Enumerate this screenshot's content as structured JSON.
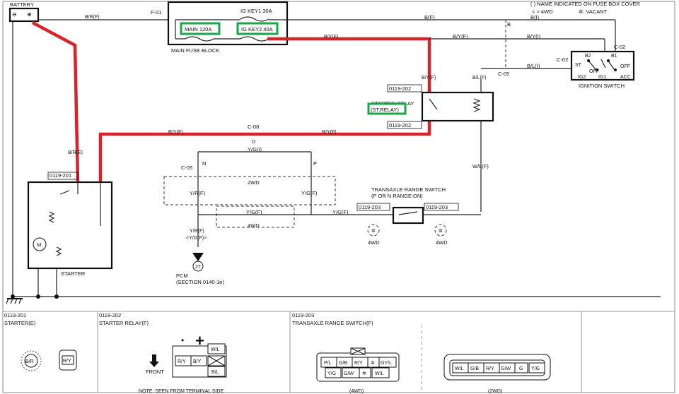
{
  "title_block": {
    "battery": "BATTERY",
    "main_fuse_block": "MAIN FUSE BLOCK",
    "main_fuse": "MAIN 120A",
    "ig_key1": "IG KEY1 30A",
    "ig_key2": "IG KEY2 40A",
    "f01": "F-01"
  },
  "legend": {
    "line1": "( ) NAME INDICATED ON FUSE BOX COVER",
    "line2": "< > 4WD",
    "line3": "✲: VACANT"
  },
  "wires": {
    "br_f": "B/R(F)",
    "b_f": "B(F)",
    "by_f": "B/Y(F)",
    "bl_f": "B/L(F)",
    "b_i": "B(I)",
    "by_i": "B/Y(I)",
    "bl_i": "B/L(I)",
    "ry_f": "R/Y(F)",
    "b_r_e": "B/R(E)",
    "yg_i": "Y/G(I)",
    "yr_f": "Y/R(F)",
    "yg_f": "Y/G(F)",
    "wl_f": "W/L(F)",
    "pcm_wire_a": "Y/R(F)",
    "pcm_wire_b": "<Y/G(F)>"
  },
  "connectors": {
    "c02a": "C-02",
    "c02b": "C-02",
    "c05a": "C-05",
    "c05b": "C-05",
    "c08": "C-08",
    "b": "B",
    "d": "D",
    "n": "N",
    "p": "P",
    "c0119_201": "0119-201",
    "c0119_202a": "0119-202",
    "c0119_202b": "0119-202",
    "c0119_203a": "0119-203",
    "c0119_203b": "0119-203"
  },
  "components": {
    "ignition_switch": "IGNITION SWITCH",
    "starter_relay_line1": "STARTER RELAY",
    "starter_relay_line2": "(ST.RELAY)",
    "starter": "STARTER",
    "trs_line1": "TRANSAXLE RANGE SWITCH",
    "trs_line2": "(P OR N RANGE:ON)",
    "pcm_line1": "PCM",
    "pcm_line2": "(SECTION 0140-1e)",
    "pcm_pin": "27",
    "two_wd": "2WD",
    "four_wd": "4WD",
    "four_wd_a": "4WD",
    "four_wd_b": "4WD",
    "ig_st": "ST",
    "ig_b2": "B2",
    "ig_b1": "B1",
    "ig_off1": "OFF",
    "ig_off2": "OFF",
    "ig_ig2": "IG2",
    "ig_ig1": "IG1",
    "ig_acc": "ACC"
  },
  "bottom_panels": {
    "p1": {
      "code": "0119-201",
      "title": "STARTER(E)",
      "pin": "B/R",
      "pin2": "R/Y"
    },
    "p2": {
      "code": "0119-202",
      "title": "STARTER RELAY(F)",
      "front": "FRONT",
      "pins": [
        "W/L",
        "R/Y",
        "B/Y",
        "B/L"
      ],
      "note": "NOTE: SEEN FROM TERMINAL SIDE"
    },
    "p3": {
      "code": "0119-203",
      "title": "TRANSAXLE RANGE SWITCH(F)",
      "pins4wd": [
        "P/L",
        "G/B",
        "R/Y",
        "✲",
        "GY/L",
        "Y/G",
        "G/W",
        "✲",
        "W/L"
      ],
      "pins2wd": [
        "W/L",
        "G/B",
        "R/Y",
        "G/W",
        "G",
        "Y/G"
      ],
      "label4wd": "(4WD)",
      "label2wd": "(2WD)"
    }
  },
  "colors": {
    "highlight": "#d8232a",
    "callout": "#1aa64a",
    "ink": "#111111"
  }
}
